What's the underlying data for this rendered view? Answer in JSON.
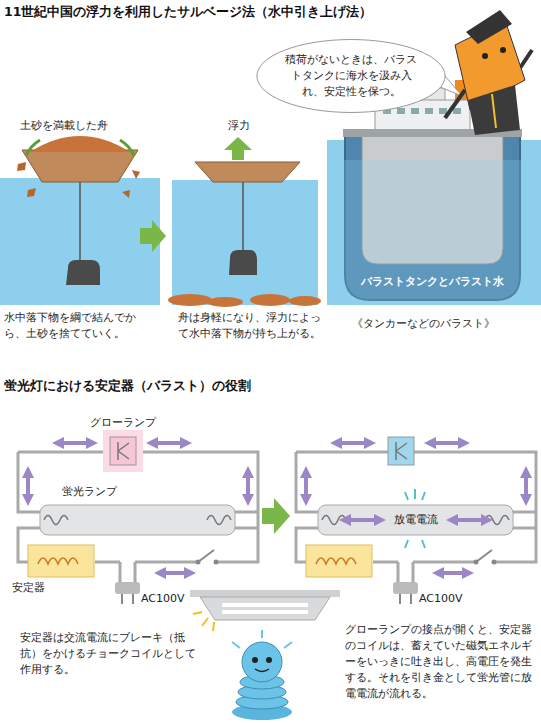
{
  "diagram": {
    "title": "11世紀中国の浮力を利用したサルベージ法（水中引き上げ法）",
    "nodes": [
      {
        "text": [
          "積荷がないときは、バラストタンクに海水を汲み入れ、安定性を保つ。"
        ]
      },
      {
        "text": [
          "バラストタンクとバラスト水"
        ]
      },
      {
        "text": [
          "グローランプ"
        ]
      },
      {
        "text": [
          "蛍光ランプ"
        ]
      },
      {
        "text": [
          "安定器"
        ]
      },
      {
        "text": [
          "放電電流"
        ]
      }
    ],
    "labels": [
      "土砂を満載した舟",
      "浮力",
      "水中落下物を綱で結んでから、土砂を捨てていく。",
      "舟は身軽になり、浮力によって水中落下物が持ち上がる。",
      "《タンカーなどのバラスト》",
      "蛍光灯における安定器（バラスト）の役割",
      "AC100V",
      "AC100V",
      "安定器は交流電流にブレーキ（抵抗）をかけるチョークコイルとして作用する。",
      "グローランプの接点が開くと、安定器のコイルは、蓄えていた磁気エネルギーをいっきに吐き出し、高電圧を発生する。それを引き金として蛍光管に放電電流が流れる。"
    ]
  }
}
